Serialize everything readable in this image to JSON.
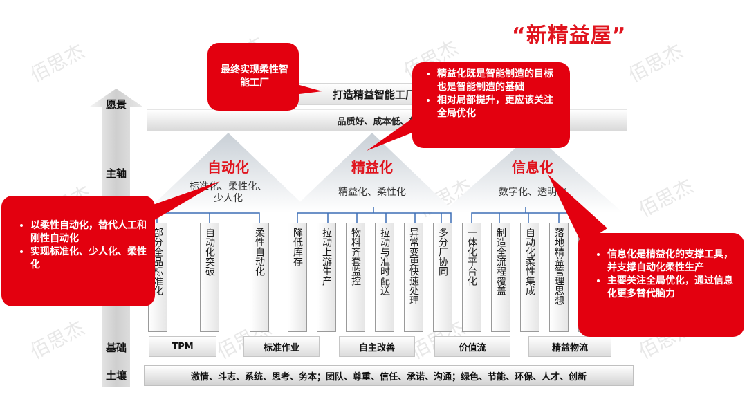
{
  "title": "“新精益屋”",
  "watermark": "佰思杰",
  "axis": {
    "vision": "愿景",
    "main_axis": "主轴",
    "foundation": "基础",
    "soil": "土壤"
  },
  "roof": {
    "top": "打造精益智能工厂",
    "band": "品质好、成本低、效率高"
  },
  "pillars": [
    {
      "title": "自动化",
      "subtitle_lines": [
        "标准化、柔性化、",
        "少人化"
      ]
    },
    {
      "title": "精益化",
      "subtitle_lines": [
        "精益化、柔性化"
      ]
    },
    {
      "title": "信息化",
      "subtitle_lines": [
        "数字化、透明化"
      ]
    }
  ],
  "columns": [
    "部分全品标准化",
    "自动化突破",
    "柔性自动化",
    "降低库存",
    "拉动上游生产",
    "物料齐套监控",
    "拉动与准时配送",
    "异常变更快速处理",
    "多分厂协同",
    "一体化平台化",
    "制造全流程覆盖",
    "自动化柔性集成",
    "落地精益管理思想",
    ""
  ],
  "foundation": [
    "TPM",
    "标准作业",
    "自主改善",
    "价值流",
    "精益物流"
  ],
  "soil": "激情、斗志、系统、思考、务本；团队、尊重、信任、承诺、沟通；绿色、节能、环保、人才、创新",
  "callouts": {
    "goal": "最终实现柔性智能工厂",
    "lean": [
      "精益化既是智能制造的目标也是智能制造的基础",
      "相对局部提升，更应该关注全局优化"
    ],
    "automation": [
      "以柔性自动化，替代人工和刚性自动化",
      "实现标准化、少人化、柔性化"
    ],
    "info": [
      "信息化是精益化的支撑工具，并支撑自动化柔性生产",
      "主要关注全局优化，通过信息化更多替代脑力"
    ]
  },
  "colors": {
    "accent": "#e0141e",
    "callout": "#e3000f"
  }
}
